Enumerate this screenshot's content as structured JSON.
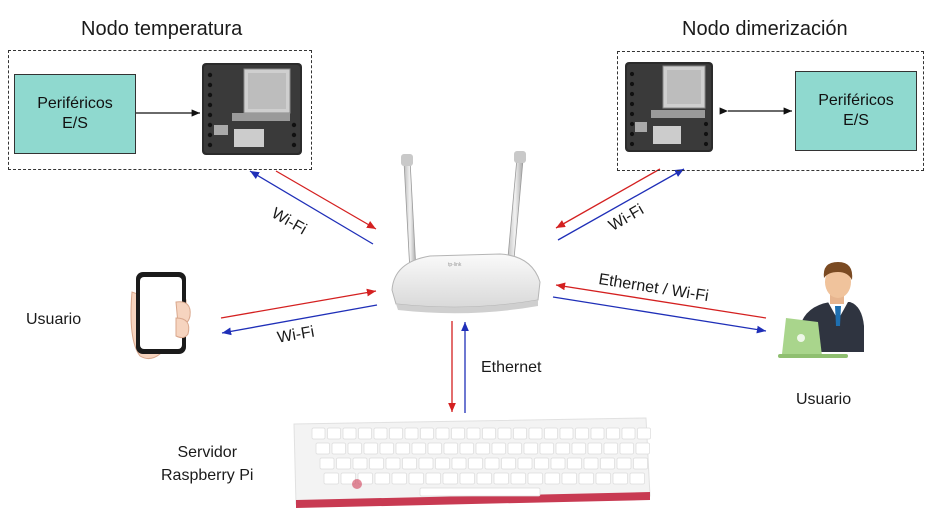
{
  "nodes": {
    "temperature": {
      "title": "Nodo temperatura",
      "peripheral_line1": "Periféricos",
      "peripheral_line2": "E/S",
      "board_icon": "esp32-board-icon"
    },
    "dimmer": {
      "title": "Nodo dimerización",
      "peripheral_line1": "Periféricos",
      "peripheral_line2": "E/S",
      "board_icon": "esp32-board-icon"
    }
  },
  "router": {
    "icon": "wifi-router-icon"
  },
  "phone_user": {
    "label": "Usuario",
    "icon": "smartphone-hand-icon"
  },
  "laptop_user": {
    "label": "Usuario",
    "icon": "person-laptop-icon"
  },
  "server": {
    "line1": "Servidor",
    "line2": "Raspberry Pi",
    "icon": "raspberry-pi-keyboard-icon"
  },
  "links": {
    "temperature": "Wi-Fi",
    "dimmer": "Wi-Fi",
    "phone": "Wi-Fi",
    "laptop": "Ethernet / Wi-Fi",
    "server": "Ethernet"
  },
  "colors": {
    "arrow_red": "#d42020",
    "arrow_blue": "#1f2fb8",
    "peripheral_fill": "#8fd9cf"
  }
}
